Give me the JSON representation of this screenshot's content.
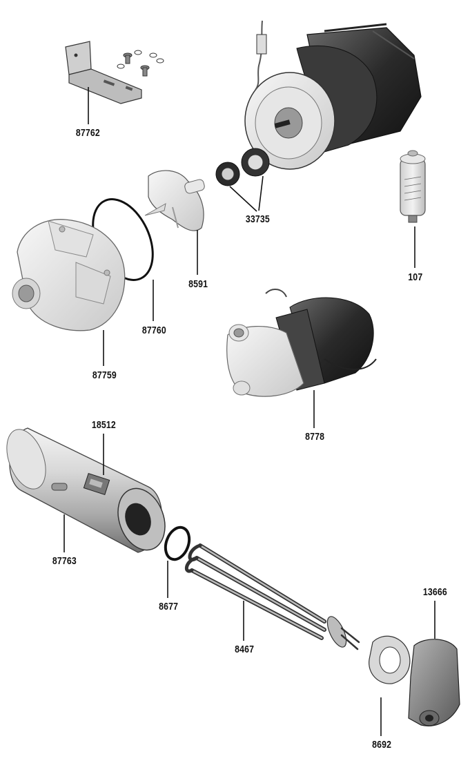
{
  "diagram": {
    "parts": [
      {
        "id": "bracket",
        "label": "87762"
      },
      {
        "id": "motor",
        "label": ""
      },
      {
        "id": "seal",
        "label": "33735"
      },
      {
        "id": "capacitor",
        "label": "107"
      },
      {
        "id": "impeller",
        "label": "8591"
      },
      {
        "id": "oring-large",
        "label": "87760"
      },
      {
        "id": "pump-housing",
        "label": "87759"
      },
      {
        "id": "pump-assembly",
        "label": "8778"
      },
      {
        "id": "thermostat",
        "label": "18512"
      },
      {
        "id": "tank",
        "label": "87763"
      },
      {
        "id": "oring-small",
        "label": "8677"
      },
      {
        "id": "heating-element",
        "label": "8467"
      },
      {
        "id": "cover",
        "label": "13666"
      },
      {
        "id": "gasket",
        "label": "8692"
      }
    ]
  }
}
